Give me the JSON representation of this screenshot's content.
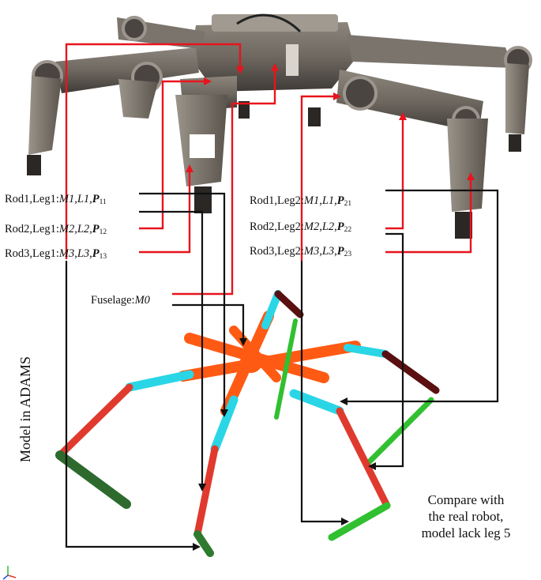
{
  "labels": {
    "leg1": [
      {
        "prefix": "Rod1,Leg1:",
        "m": "M1",
        "l": "L1",
        "p": "P",
        "sub": "11"
      },
      {
        "prefix": "Rod2,Leg1:",
        "m": "M2",
        "l": "L2",
        "p": "P",
        "sub": "12"
      },
      {
        "prefix": "Rod3,Leg1:",
        "m": "M3",
        "l": "L3",
        "p": "P",
        "sub": "13"
      }
    ],
    "leg2": [
      {
        "prefix": "Rod1,Leg2:",
        "m": "M1",
        "l": "L1",
        "p": "P",
        "sub": "21"
      },
      {
        "prefix": "Rod2,Leg2:",
        "m": "M2",
        "l": "L2",
        "p": "P",
        "sub": "22"
      },
      {
        "prefix": "Rod3,Leg2:",
        "m": "M3",
        "l": "L3",
        "p": "P",
        "sub": "23"
      }
    ],
    "fuselage": {
      "prefix": "Fuselage:",
      "m": "M0"
    }
  },
  "vertical_caption": "Model in ADAMS",
  "note": [
    "Compare with",
    "the real robot,",
    "model lack leg 5"
  ],
  "colors": {
    "photo_arrows": "#e8141c",
    "model_arrows": "#111111",
    "fuselage": "#ff5a14",
    "rod1": "#2ad6e6",
    "rod2": "#e03a2e",
    "rod3": "#30c030",
    "dark_rod": "#5a1010"
  }
}
